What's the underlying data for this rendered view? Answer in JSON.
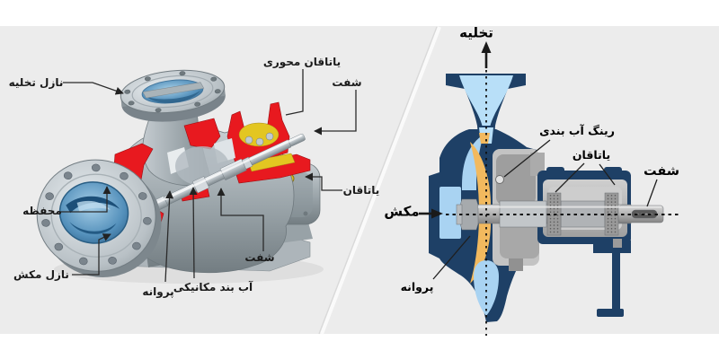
{
  "colors": {
    "panel_gray": "#ececec",
    "navy": "#1e4066",
    "light_blue": "#a9d3f2",
    "throat_blue": "#b8dff8",
    "orange": "#f2b95e",
    "cut_red": "#e8191f",
    "bearing_yellow": "#e3c621",
    "label_text": "#1a1a1a"
  },
  "left_diagram": {
    "labels": {
      "discharge_nozzle": "نازل تخلیه",
      "thrust_bearing": "یاتاقان محوری",
      "shaft_top": "شفت",
      "bearing": "یاتاقان",
      "casing": "محفظه",
      "suction_nozzle": "نازل مکش",
      "impeller": "پروانه",
      "mechanical_seal": "آب بند مکانیکی",
      "shaft_bottom": "شفت"
    }
  },
  "right_diagram": {
    "labels": {
      "discharge": "تخلیه",
      "seal_ring": "رینگ آب بندی",
      "bearing": "یاتاقان",
      "shaft": "شفت",
      "suction": "مکش",
      "impeller": "پروانه"
    }
  }
}
